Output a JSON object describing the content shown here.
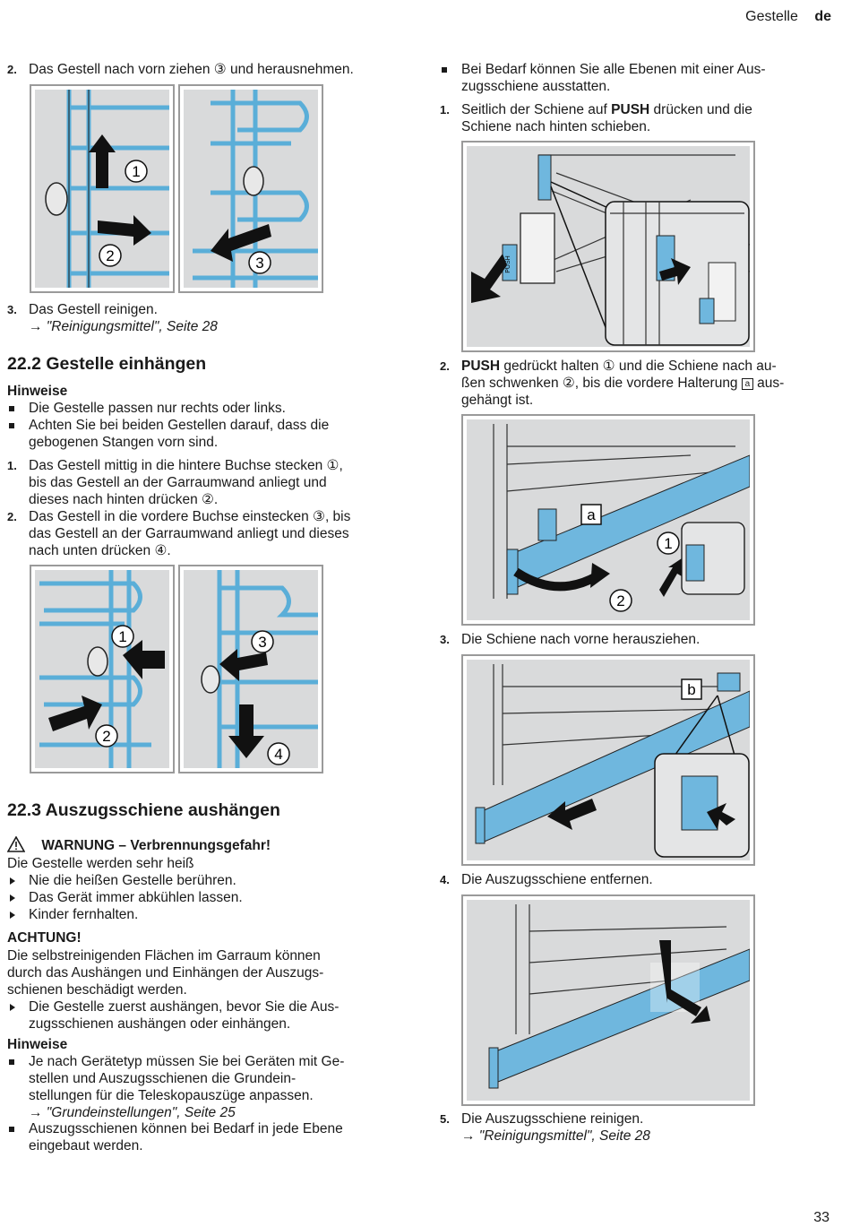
{
  "header": {
    "section": "Gestelle",
    "lang": "de"
  },
  "page_number": "33",
  "left": {
    "step2": {
      "num": "2.",
      "text": "Das Gestell nach vorn ziehen ③ und herausnehmen."
    },
    "step3": {
      "num": "3.",
      "text": "Das Gestell reinigen.",
      "ref": "→ \"Reinigungsmittel\", Seite 28"
    },
    "sec222": {
      "title": "22.2  Gestelle einhängen",
      "notes_title": "Hinweise",
      "notes": [
        "Die Gestelle passen nur rechts oder links.",
        "Achten Sie bei beiden Gestellen darauf, dass die",
        "gebogenen Stangen vorn sind."
      ],
      "step1": {
        "num": "1.",
        "l1": "Das Gestell mittig in die hintere Buchse stecken ①,",
        "l2": "bis das Gestell an der Garraumwand anliegt und",
        "l3": "dieses nach hinten drücken ②."
      },
      "step2": {
        "num": "2.",
        "l1": "Das Gestell in die vordere Buchse einstecken ③, bis",
        "l2": "das Gestell an der Garraumwand anliegt und dieses",
        "l3": "nach unten drücken ④."
      }
    },
    "sec223": {
      "title": "22.3  Auszugsschiene aushängen",
      "warning_title": "WARNUNG – Verbrennungsgefahr!",
      "warning_text": "Die Gestelle werden sehr heiß",
      "warning_items": [
        "Nie die heißen Gestelle berühren.",
        "Das Gerät immer abkühlen lassen.",
        "Kinder fernhalten."
      ],
      "caution_title": "ACHTUNG!",
      "caution_l1": "Die selbstreinigenden Flächen im Garraum können",
      "caution_l2": "durch das Aushängen und Einhängen der Auszugs-",
      "caution_l3": "schienen beschädigt werden.",
      "caution_item_l1": "Die Gestelle zuerst aushängen, bevor Sie die Aus-",
      "caution_item_l2": "zugsschienen aushängen oder einhängen.",
      "notes_title": "Hinweise",
      "note1_l1": "Je nach Gerätetyp müssen Sie bei Geräten mit Ge-",
      "note1_l2": "stellen und Auszugsschienen die Grundein-",
      "note1_l3": "stellungen für die Teleskopauszüge anpassen.",
      "note1_ref": "→ \"Grundeinstellungen\", Seite 25",
      "note2_l1": "Auszugsschienen können bei Bedarf in jede Ebene",
      "note2_l2": "eingebaut werden."
    }
  },
  "right": {
    "bullet_l1": "Bei Bedarf können Sie alle Ebenen mit einer Aus-",
    "bullet_l2": "zugsschiene ausstatten.",
    "step1": {
      "num": "1.",
      "pre": "Seitlich der Schiene auf ",
      "bold": "PUSH",
      "post": " drücken und die",
      "l2": "Schiene nach hinten schieben."
    },
    "step2": {
      "num": "2.",
      "bold": "PUSH",
      "l1": " gedrückt halten ① und die Schiene nach au-",
      "l2": "ßen schwenken ②, bis die vordere Halterung",
      "l2b": " aus-",
      "l3": "gehängt ist.",
      "box": "a"
    },
    "step3": {
      "num": "3.",
      "text": "Die Schiene nach vorne herausziehen."
    },
    "step4": {
      "num": "4.",
      "text": "Die Auszugsschiene entfernen."
    },
    "step5": {
      "num": "5.",
      "text": "Die Auszugsschiene reinigen.",
      "ref": "→ \"Reinigungsmittel\", Seite 28"
    }
  },
  "figures": {
    "callouts": {
      "c1": "1",
      "c2": "2",
      "c3": "3",
      "c4": "4",
      "la": "a",
      "lb": "b",
      "push": "PUSH"
    }
  },
  "colors": {
    "rack_blue": "#5aaed8",
    "rail_blue": "#6fb7de",
    "arrow": "#111111",
    "fig_bg": "#d9dadb",
    "frame": "#9a9a9a"
  }
}
